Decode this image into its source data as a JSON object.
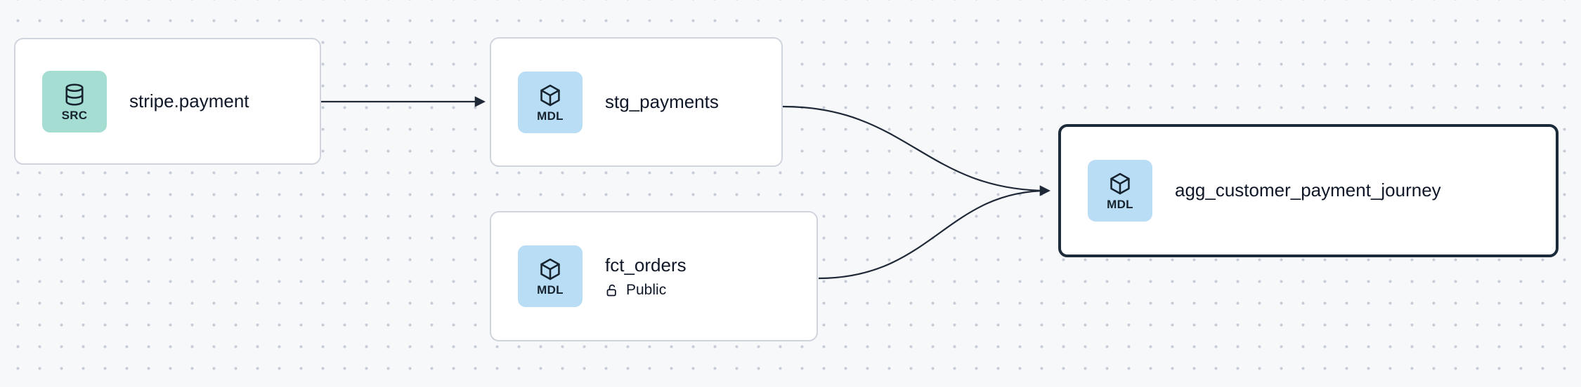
{
  "canvas": {
    "background_color": "#f7f8fa",
    "dot_color": "#c7cdd6"
  },
  "colors": {
    "node_background": "#ffffff",
    "node_border": "#d0d5dd",
    "selected_node_border": "#1c2b3a",
    "edge": "#1f2937",
    "source_badge_bg": "#a5ddd2",
    "model_badge_bg": "#b9ddf5",
    "label_text": "#101828"
  },
  "nodes": [
    {
      "id": "stripe.payment",
      "label": "stripe.payment",
      "badge": "SRC",
      "type": "source",
      "icon": "database-icon",
      "selected": false
    },
    {
      "id": "stg_payments",
      "label": "stg_payments",
      "badge": "MDL",
      "type": "model",
      "icon": "cube-icon",
      "selected": false
    },
    {
      "id": "fct_orders",
      "label": "fct_orders",
      "badge": "MDL",
      "type": "model",
      "icon": "cube-icon",
      "access": "Public",
      "selected": false
    },
    {
      "id": "agg_customer_payment_journey",
      "label": "agg_customer_payment_journey",
      "badge": "MDL",
      "type": "model",
      "icon": "cube-icon",
      "selected": true
    }
  ],
  "edges": [
    {
      "from": "stripe.payment",
      "to": "stg_payments"
    },
    {
      "from": "stg_payments",
      "to": "agg_customer_payment_journey"
    },
    {
      "from": "fct_orders",
      "to": "agg_customer_payment_journey"
    }
  ]
}
